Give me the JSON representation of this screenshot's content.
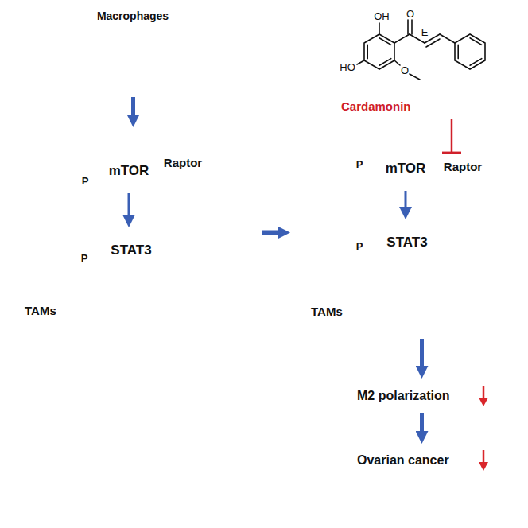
{
  "diagram": {
    "nodes": [
      {
        "text": [
          "Macrophages"
        ]
      },
      {
        "text": [
          "Cardamonin"
        ]
      },
      {
        "text": [
          "TAMs"
        ]
      },
      {
        "text": [
          "mTOR"
        ],
        "in": 2
      },
      {
        "text": [
          "Raptor"
        ],
        "in": 2
      },
      {
        "text": [
          "P"
        ],
        "in": 2
      },
      {
        "text": [
          "STAT3"
        ],
        "in": 2
      },
      {
        "text": [
          "P"
        ],
        "in": 2
      },
      {
        "text": [
          "TAMs"
        ]
      },
      {
        "text": [
          "mTOR"
        ],
        "in": 8
      },
      {
        "text": [
          "Raptor"
        ],
        "in": 8
      },
      {
        "text": [
          "P"
        ],
        "in": 8
      },
      {
        "text": [
          "STAT3"
        ],
        "in": 8
      },
      {
        "text": [
          "P"
        ],
        "in": 8
      },
      {
        "text": [
          "M2 polarization"
        ]
      },
      {
        "text": [
          "Ovarian cancer"
        ]
      }
    ],
    "edges": [
      {
        "from": 0,
        "to": 2,
        "arrow": "to"
      },
      {
        "from": 2,
        "to": 8,
        "arrow": "to"
      },
      {
        "from": 3,
        "to": 6,
        "arrow": "to"
      },
      {
        "from": 9,
        "to": 12,
        "arrow": "to"
      },
      {
        "from": 1,
        "to": 10,
        "arrow": "to"
      },
      {
        "from": 8,
        "to": 14,
        "arrow": "to"
      },
      {
        "from": 14,
        "to": 15,
        "arrow": "to"
      }
    ],
    "labels": [
      "OH",
      "O",
      "E",
      "HO",
      "O"
    ]
  }
}
